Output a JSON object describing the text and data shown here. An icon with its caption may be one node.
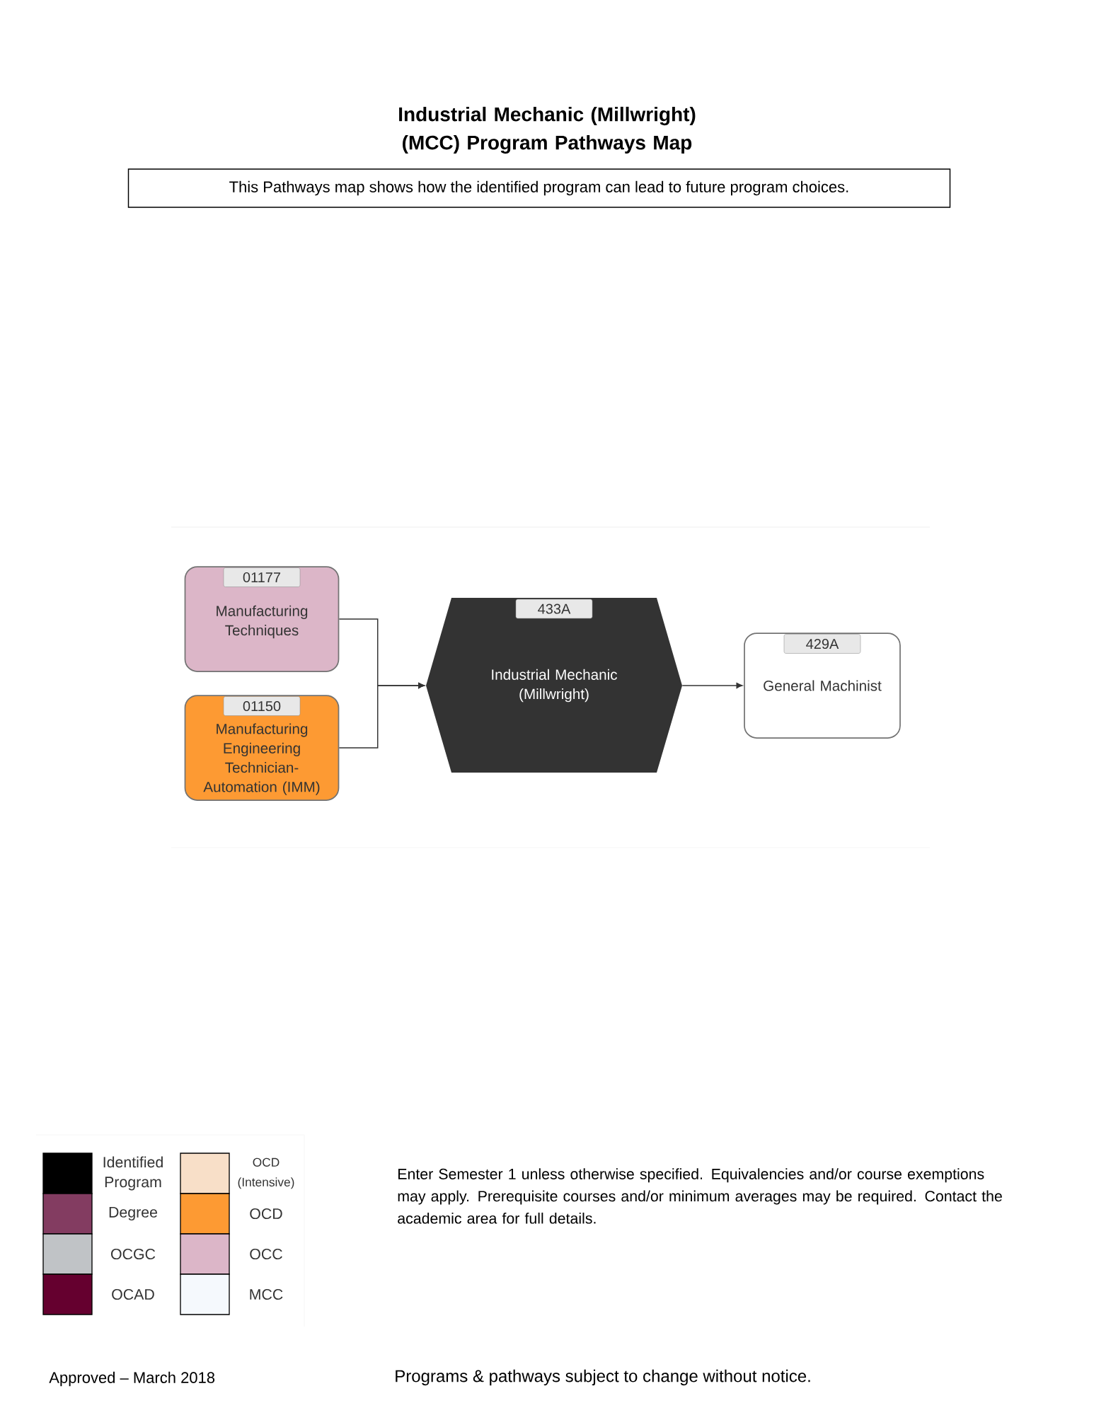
{
  "diagram": {
    "title": "Industrial Mechanic (Millwright) (MCC) Program Pathways Map",
    "nodes": [
      {
        "text": [
          "This Pathways map shows how the identified program can lead to future program choices."
        ]
      },
      {
        "text": [
          "01177",
          "Manufacturing Techniques"
        ]
      },
      {
        "text": [
          "01150",
          "Manufacturing Engineering Technician-Automation (IMM)"
        ]
      },
      {
        "text": [
          "433A",
          "Industrial Mechanic (Millwright)"
        ]
      },
      {
        "text": [
          "429A",
          "General Machinist"
        ]
      }
    ],
    "edges": [
      {
        "from": 1,
        "to": 3,
        "arrow": "to"
      },
      {
        "from": 2,
        "to": 3,
        "arrow": "to"
      },
      {
        "from": 3,
        "to": 4,
        "arrow": "to"
      }
    ],
    "labels": [
      "Enter Semester 1 unless otherwise specified. Equivalencies and/or course exemptions may apply. Prerequisite courses and/or minimum averages may be required. Contact the academic area for full details.",
      "Approved – March 2018",
      "Programs & pathways subject to change without notice."
    ],
    "legend": [
      {
        "text": "Identified Program",
        "color": "#000000"
      },
      {
        "text": "Degree",
        "color": "#833c61"
      },
      {
        "text": "OCGC",
        "color": "#c0c3c6"
      },
      {
        "text": "OCAD",
        "color": "#65002f"
      },
      {
        "text": "OCD (Intensive)",
        "color": "#f8dfc8"
      },
      {
        "text": "OCD",
        "color": "#fd9a33"
      },
      {
        "text": "OCC",
        "color": "#dcb6c8"
      },
      {
        "text": "MCC",
        "color": "#f5f9fd"
      }
    ]
  }
}
